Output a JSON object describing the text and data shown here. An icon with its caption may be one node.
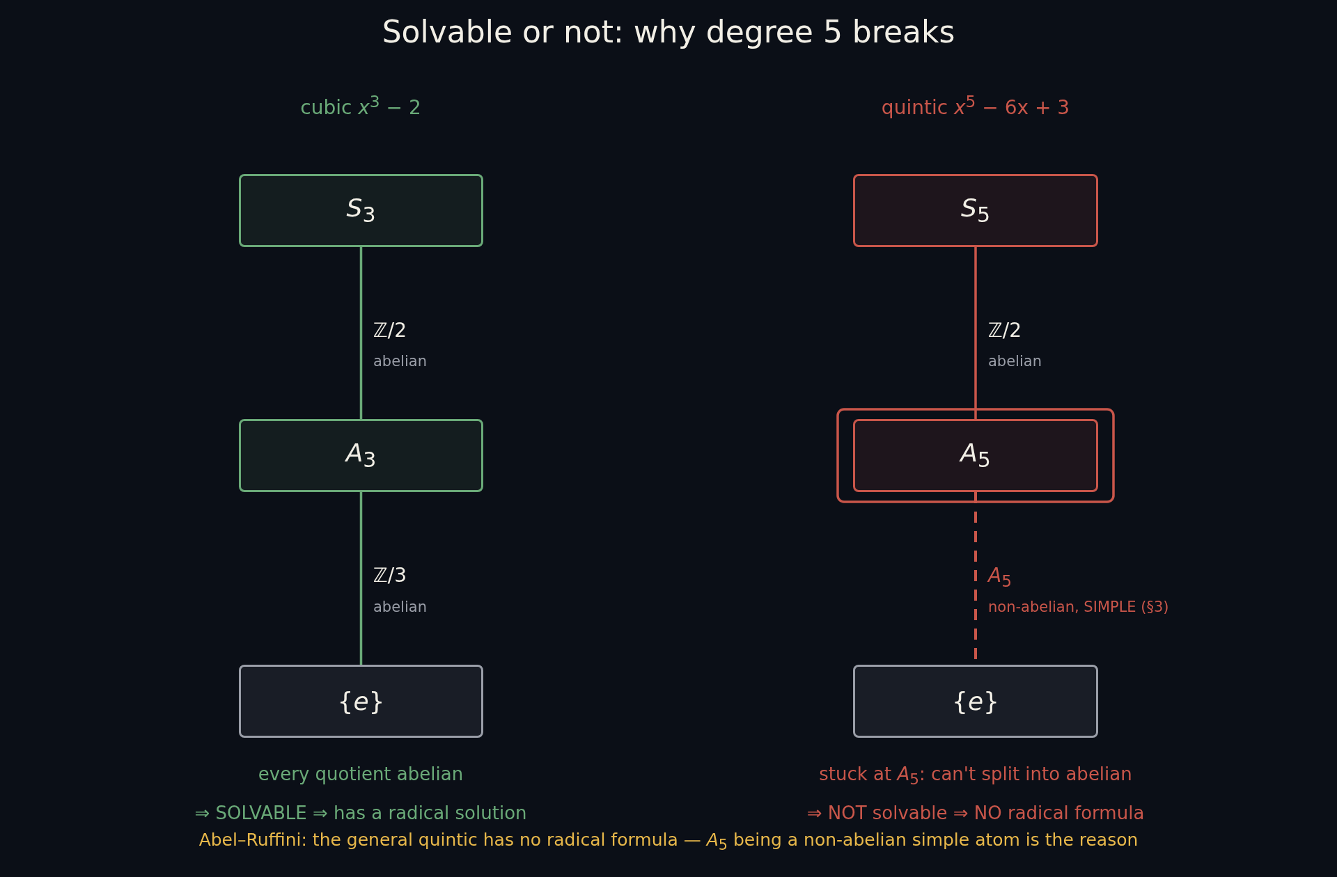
{
  "diagram": {
    "title": "Solvable or not: why degree 5 breaks",
    "caption": "Abel–Ruffini: the general quintic has no radical formula — *A*$_{5}$ being a non-abelian simple atom is the reason",
    "nodes": [
      {
        "text": [
          "*S*$_{3}$"
        ]
      },
      {
        "text": [
          "*A*$_{3}$"
        ]
      },
      {
        "text": [
          "{*e*}"
        ]
      },
      {
        "text": [
          "*S*$_{5}$"
        ]
      },
      {
        "text": [
          "*A*$_{5}$"
        ]
      },
      {
        "text": [
          "{*e*}"
        ]
      }
    ],
    "edges": [
      {
        "from": 0,
        "to": 1,
        "arrow": "none",
        "label": "ℤ/2",
        "color": "#6aaa78"
      },
      {
        "from": 1,
        "to": 2,
        "arrow": "none",
        "label": "ℤ/3",
        "color": "#6aaa78"
      },
      {
        "from": 3,
        "to": 4,
        "arrow": "none",
        "label": "ℤ/2",
        "color": "#c9564a"
      },
      {
        "from": 4,
        "to": 5,
        "arrow": "none",
        "label": "*A*$_{5}$",
        "style": "dashed",
        "color": "#c9564a"
      }
    ],
    "labels": [
      "cubic *x*$^{3}$ − 2",
      "quintic *x*$^{5}$ − 6x + 3",
      "abelian",
      "abelian",
      "abelian",
      "non-abelian, SIMPLE (§3)",
      "every quotient abelian",
      "stuck at *A*$_{5}$: can't split into abelian",
      "⇒ SOLVABLE ⇒ has a radical solution",
      "⇒ NOT solvable ⇒ NO radical formula"
    ]
  }
}
